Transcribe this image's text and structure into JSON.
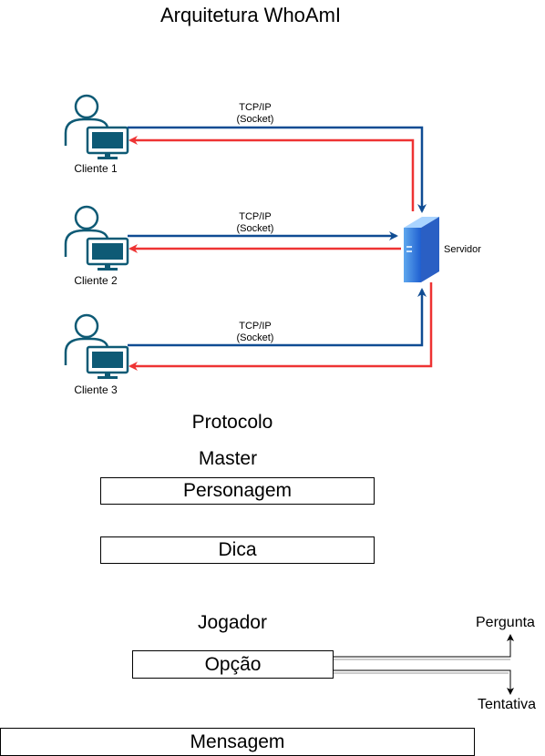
{
  "title": "Arquitetura WhoAmI",
  "connections": [
    {
      "client": "Cliente 1",
      "protocol": "TCP/IP",
      "transport": "(Socket)"
    },
    {
      "client": "Cliente 2",
      "protocol": "TCP/IP",
      "transport": "(Socket)"
    },
    {
      "client": "Cliente 3",
      "protocol": "TCP/IP",
      "transport": "(Socket)"
    }
  ],
  "server": {
    "label": "Servidor"
  },
  "protocol": {
    "heading": "Protocolo",
    "master": {
      "heading": "Master",
      "fields": [
        "Personagem",
        "Dica"
      ]
    },
    "player": {
      "heading": "Jogador",
      "option": "Opção",
      "branch_up": "Pergunta",
      "branch_down": "Tentativa"
    },
    "message": "Mensagem"
  },
  "colors": {
    "request": "#0f4c93",
    "response": "#ee3333",
    "icon": "#0e5a75"
  }
}
